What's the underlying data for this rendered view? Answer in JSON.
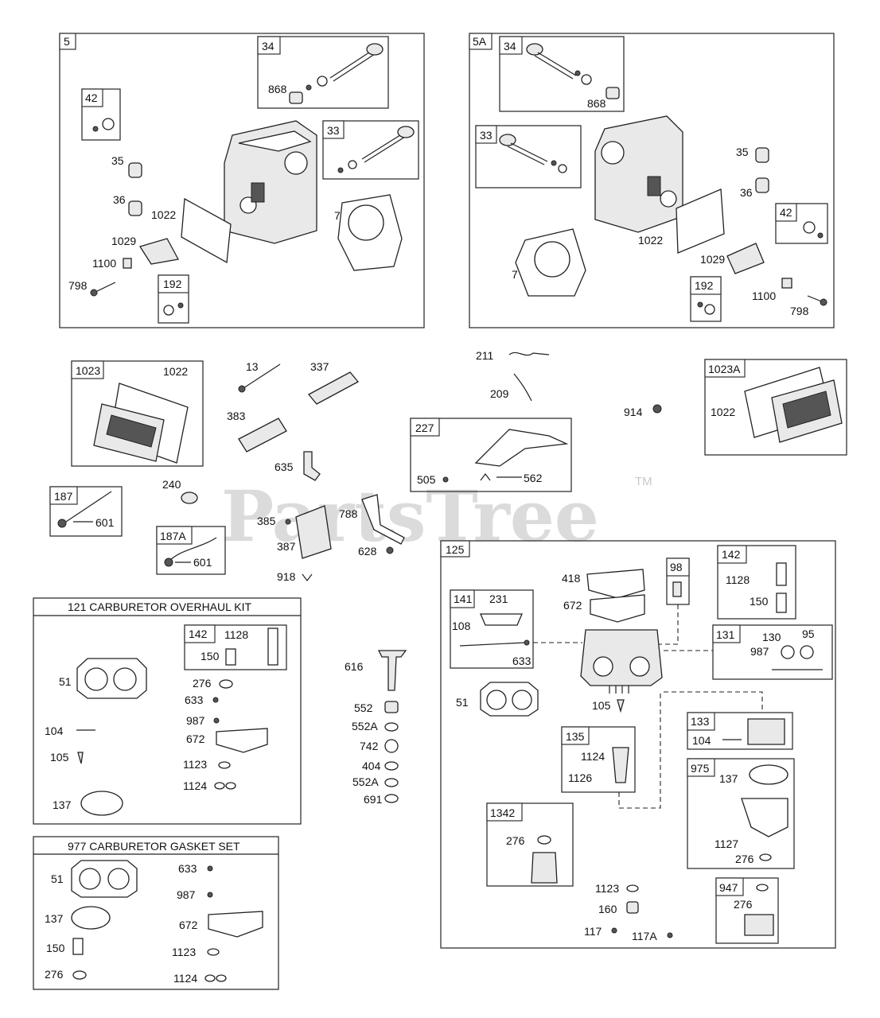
{
  "watermark": {
    "text": "PartsTree",
    "trademark": "TM"
  },
  "groups": {
    "g5": "5",
    "g5a": "5A",
    "g1023": "1023",
    "g1023a": "1023A",
    "g187": "187",
    "g187a": "187A",
    "g227": "227",
    "g125": "125",
    "kit121": "121 CARBURETOR OVERHAUL KIT",
    "kit977": "977 CARBURETOR GASKET SET"
  },
  "labels": {
    "p34": "34",
    "p42": "42",
    "p868": "868",
    "p33": "33",
    "p35": "35",
    "p36": "36",
    "p1022": "1022",
    "p7": "7",
    "p1029": "1029",
    "p1100": "1100",
    "p798": "798",
    "p192": "192",
    "p13": "13",
    "p337": "337",
    "p383": "383",
    "p635": "635",
    "p211": "211",
    "p209": "209",
    "p914": "914",
    "p505": "505",
    "p562": "562",
    "p240": "240",
    "p601": "601",
    "p385": "385",
    "p387": "387",
    "p788": "788",
    "p628": "628",
    "p918": "918",
    "p616": "616",
    "p552": "552",
    "p552a": "552A",
    "p742": "742",
    "p404": "404",
    "p691": "691",
    "p142": "142",
    "p1128": "1128",
    "p150": "150",
    "p51": "51",
    "p276": "276",
    "p633": "633",
    "p104": "104",
    "p987": "987",
    "p672": "672",
    "p105": "105",
    "p1123": "1123",
    "p1124": "1124",
    "p137": "137",
    "p418": "418",
    "p98": "98",
    "p141": "141",
    "p231": "231",
    "p108": "108",
    "p131": "131",
    "p130": "130",
    "p95": "95",
    "p133": "133",
    "p135": "135",
    "p1126": "1126",
    "p975": "975",
    "p1127": "1127",
    "p1342": "1342",
    "p160": "160",
    "p117": "117",
    "p117a": "117A",
    "p947": "947"
  }
}
